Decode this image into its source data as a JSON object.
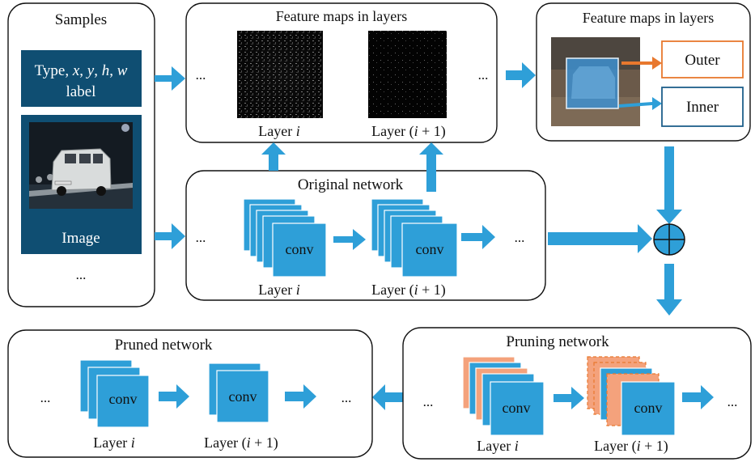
{
  "samples": {
    "title": "Samples",
    "annot_prefix": "Type, ",
    "annot_x": "x",
    "annot_y": "y",
    "annot_h": "h",
    "annot_w": "w",
    "annot_sep": ", ",
    "annot_line2": "label",
    "image_label": "Image",
    "more": "..."
  },
  "feature_maps": {
    "title": "Feature maps in layers",
    "ellipsis_left": "...",
    "ellipsis_right": "...",
    "layer_i_prefix": "Layer ",
    "layer_i_var": "i",
    "layer_next_prefix": "Layer (",
    "layer_next_var": "i",
    "layer_next_suffix": " + 1)"
  },
  "feature_maps_right": {
    "title": "Feature maps in layers",
    "outer_label": "Outer",
    "inner_label": "Inner"
  },
  "original_network": {
    "title": "Original network",
    "conv_label": "conv",
    "ellipsis_left": "...",
    "ellipsis_right": "...",
    "layer_i_prefix": "Layer ",
    "layer_i_var": "i",
    "layer_next_prefix": "Layer (",
    "layer_next_var": "i",
    "layer_next_suffix": " + 1)"
  },
  "pruning_network": {
    "title": "Pruning network",
    "conv_label": "conv",
    "ellipsis_left": "...",
    "ellipsis_right": "...",
    "layer_i_prefix": "Layer ",
    "layer_i_var": "i",
    "layer_next_prefix": "Layer (",
    "layer_next_var": "i",
    "layer_next_suffix": " + 1)"
  },
  "pruned_network": {
    "title": "Pruned network",
    "conv_label": "conv",
    "ellipsis_left": "...",
    "ellipsis_right": "...",
    "layer_i_prefix": "Layer ",
    "layer_i_var": "i",
    "layer_next_prefix": "Layer (",
    "layer_next_var": "i",
    "layer_next_suffix": " + 1)"
  },
  "colors": {
    "arrow_blue": "#2e9fd8",
    "conv_blue": "#2e9fd8",
    "panel_dark_blue": "#0f4e72",
    "pruned_orange": "#f4a27c",
    "outer_orange": "#e8782e",
    "inner_blue": "#1f5f8a"
  }
}
